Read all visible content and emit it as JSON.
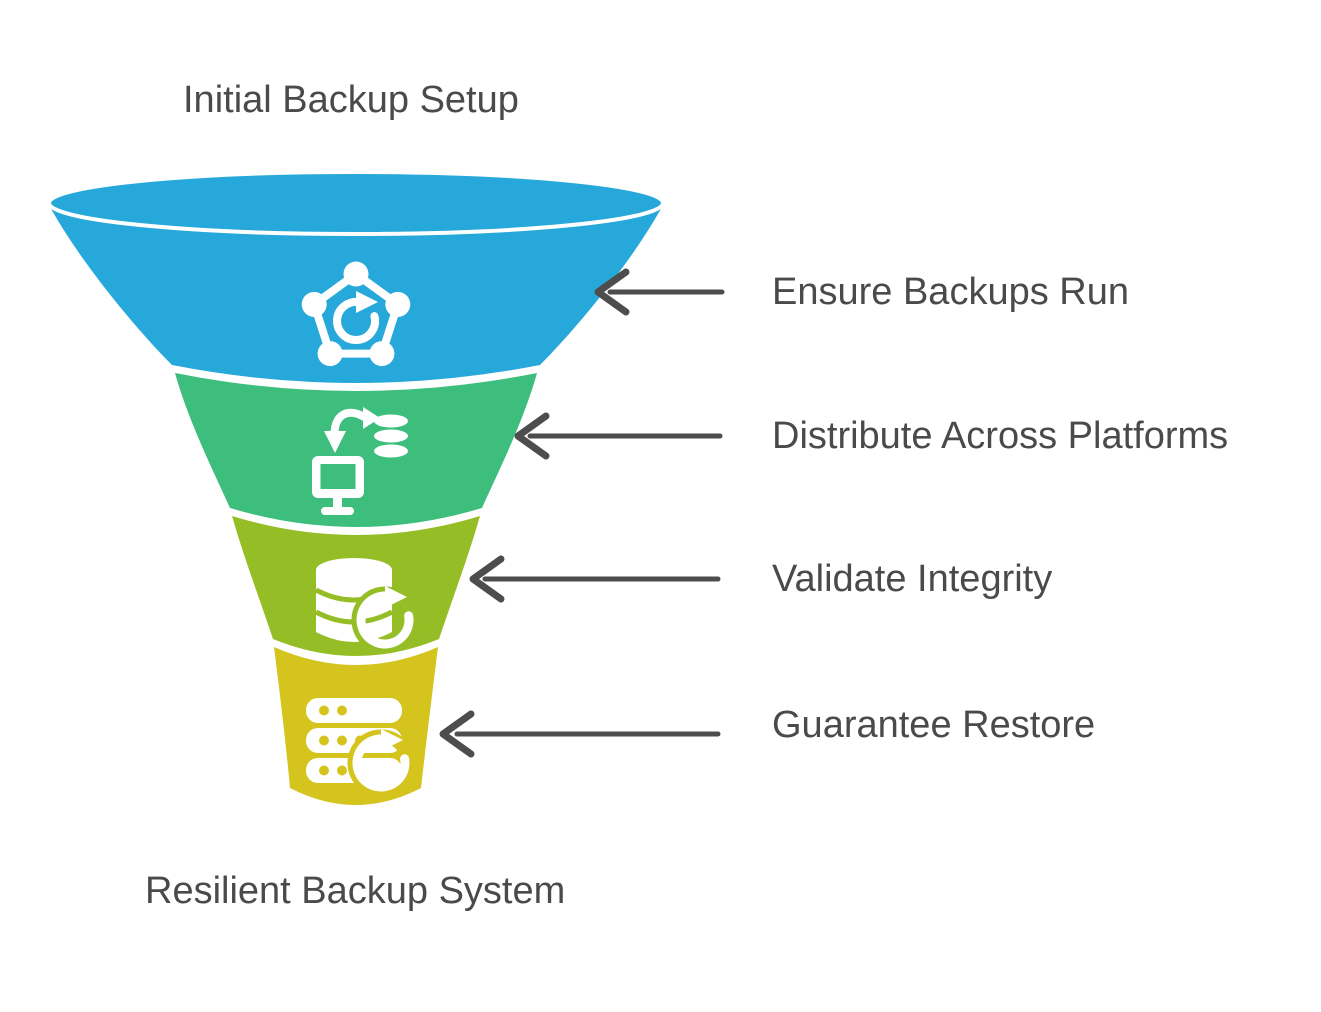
{
  "title": {
    "top": "Initial Backup Setup",
    "bottom": "Resilient Backup System"
  },
  "stages": [
    {
      "label": "Ensure Backups Run",
      "color": "#27A8DA",
      "icon": "backup-network-icon"
    },
    {
      "label": "Distribute Across Platforms",
      "color": "#3EBE7C",
      "icon": "distribute-platforms-icon"
    },
    {
      "label": "Validate Integrity",
      "color": "#95BD25",
      "icon": "validate-database-icon"
    },
    {
      "label": "Guarantee Restore",
      "color": "#D5C41D",
      "icon": "restore-server-icon"
    }
  ],
  "colors": {
    "text": "#4A4A4A",
    "arrow": "#4D4D4D",
    "icon": "#FFFFFF",
    "background": "#FFFFFF"
  }
}
